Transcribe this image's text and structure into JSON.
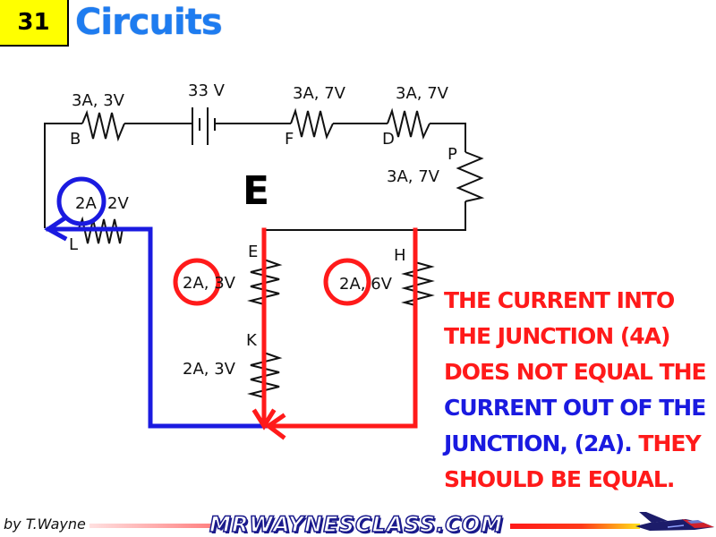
{
  "header": {
    "slide_number": "31",
    "title": "Circuits"
  },
  "circuit": {
    "battery": {
      "label": "33 V"
    },
    "resistors": [
      {
        "id": "B",
        "label": "3A, 3V"
      },
      {
        "id": "F",
        "label": "3A, 7V"
      },
      {
        "id": "D",
        "label": "3A, 7V"
      },
      {
        "id": "P",
        "label": "3A, 7V"
      },
      {
        "id": "L",
        "label_current": "2A",
        "label_voltage": "2V"
      },
      {
        "id": "E",
        "label": "2A, 3V"
      },
      {
        "id": "K",
        "label": "2A, 3V"
      },
      {
        "id": "H",
        "label": "2A, 6V"
      }
    ],
    "answer_letter": "E",
    "colors": {
      "red_path": "#ff1a1a",
      "blue_path": "#1a1ae0",
      "wire": "#111111"
    }
  },
  "explanation": {
    "lines": [
      [
        {
          "text": "The current into",
          "color": "red"
        }
      ],
      [
        {
          "text": "the junction (4A)",
          "color": "red"
        }
      ],
      [
        {
          "text": "does not equal the",
          "color": "red"
        }
      ],
      [
        {
          "text": "current out of the",
          "color": "blue"
        }
      ],
      [
        {
          "text": "junction, (2A).",
          "color": "blue"
        },
        {
          "text": " They",
          "color": "red"
        }
      ],
      [
        {
          "text": "should be equal.",
          "color": "red"
        }
      ]
    ]
  },
  "footer": {
    "byline": "by T.Wayne",
    "site": "MRWAYNESCLASS.COM",
    "logo": "jet-icon"
  }
}
